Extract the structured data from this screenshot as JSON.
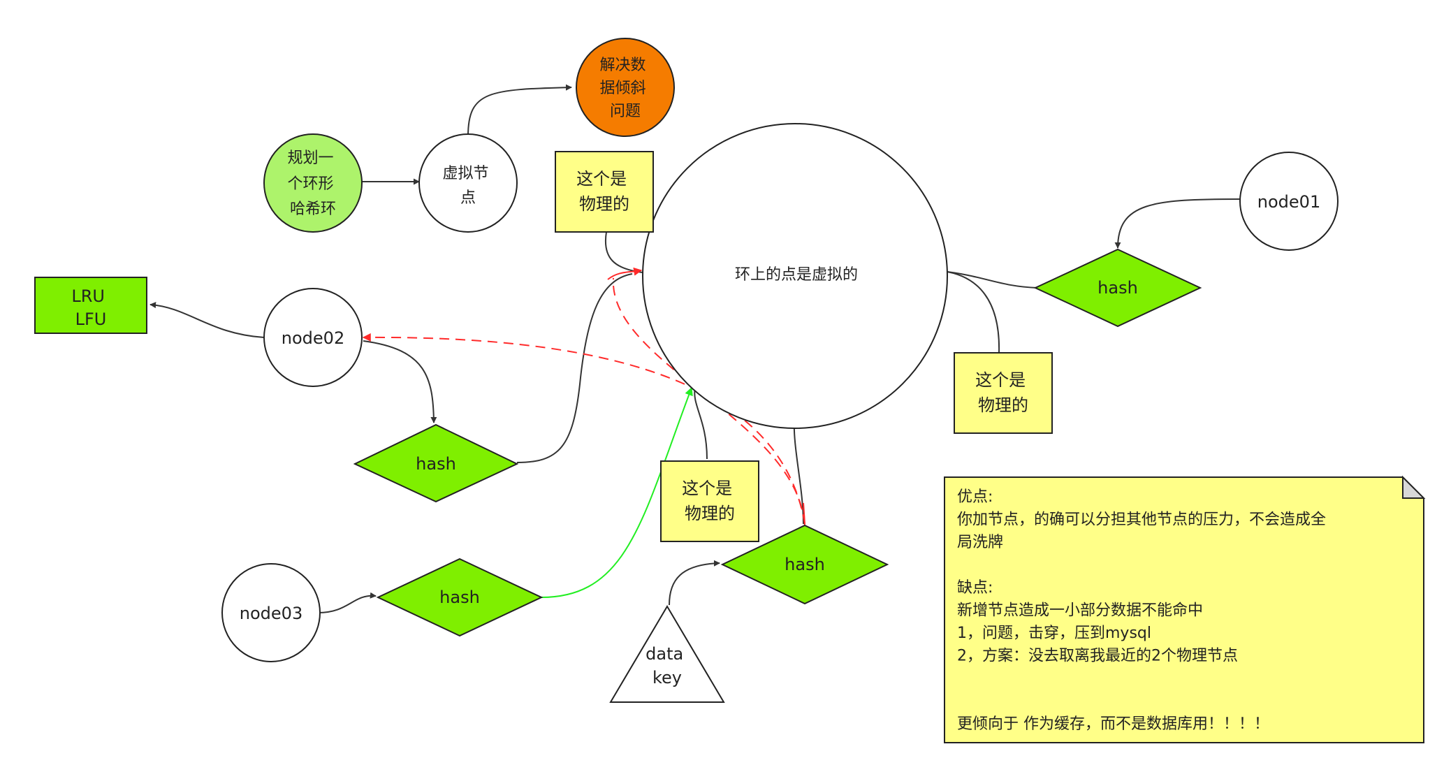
{
  "colors": {
    "green_circle": "#adf36b",
    "orange_circle": "#f57c00",
    "lime_shape": "#7fef00",
    "yellow_note": "#ffff88",
    "red_dashed": "#ff2a2a",
    "green_edge": "#22ee22",
    "stroke": "#333333"
  },
  "nodes": {
    "plan_ring": [
      "规划一",
      "个环形",
      "哈希环"
    ],
    "virtual_node": [
      "虚拟节",
      "点"
    ],
    "skew_fix": [
      "解决数",
      "据倾斜",
      "问题"
    ],
    "ring_center": "环上的点是虚拟的",
    "note_physical_top": [
      "这个是",
      "物理的"
    ],
    "note_physical_right": [
      "这个是",
      "物理的"
    ],
    "note_physical_bottom": [
      "这个是",
      "物理的"
    ],
    "node01": "node01",
    "node02": "node02",
    "node03": "node03",
    "hash_label": "hash",
    "lru_lfu": [
      "LRU",
      "LFU"
    ],
    "data_key": [
      "data",
      "key"
    ]
  },
  "note": {
    "lines": [
      "优点:",
      "你加节点，的确可以分担其他节点的压力，不会造成全",
      "局洗牌",
      "",
      "缺点:",
      "新增节点造成一小部分数据不能命中",
      "1，问题，击穿，压到mysql",
      "2，方案：没去取离我最近的2个物理节点",
      "",
      "",
      "更倾向于 作为缓存，而不是数据库用！！！！"
    ]
  }
}
